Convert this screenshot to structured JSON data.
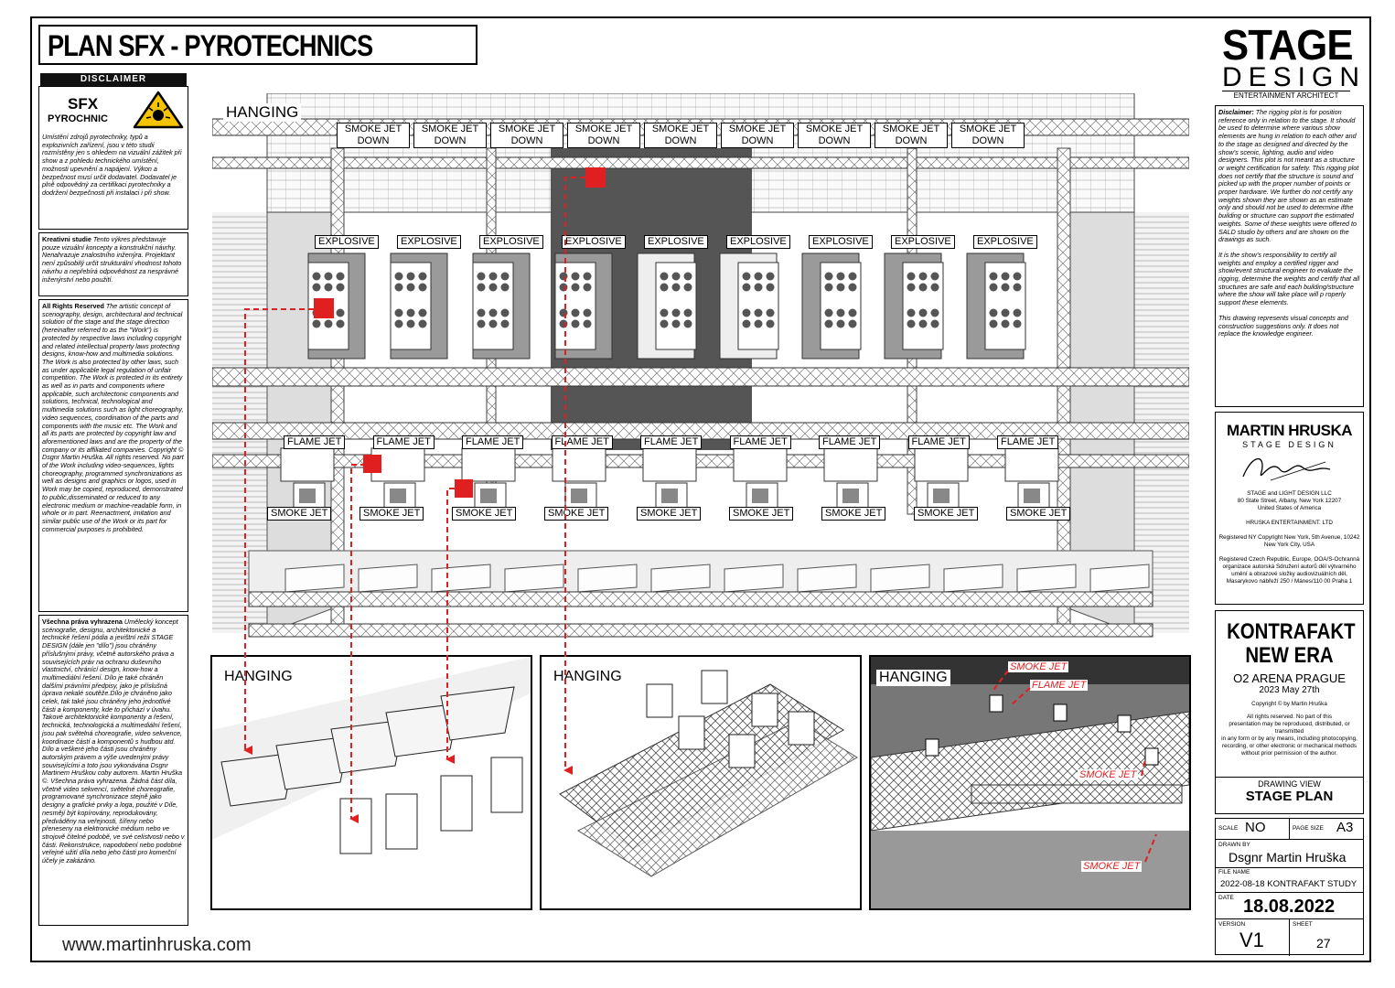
{
  "title": "PLAN SFX - PYROTECHNICS",
  "logo": {
    "line1": "STAGE",
    "line2": "DESIGN",
    "tagline": "ENTERTAINMENT ARCHITECT"
  },
  "left": {
    "disclaimer_header": "DISCLAIMER",
    "sfx_title": "SFX",
    "sfx_subtitle": "PYROCHNIC",
    "sfx_text": "Umístění zdrojů pyrotechniky, typů a explozivních zařízení, jsou v této studii rozmístěny jen s ohledem na vizuální zážitek při show a z pohledu technického umístění, možnosti upevnění a napájení. Výkon a bezpečnost musí určit dodavatel. Dodavatel je plně odpovědný za certifikaci pyrotechniky a dodržení bezpečnosti při instalaci i při show.",
    "kreativni_title": "Kreativni studie",
    "kreativni_text": "Tento výkres představuje pouze vizuální koncepty a konstrukční návrhy. Nenahrazuje znalostního inženýra. Projektant není způsobilý určit strukturální vhodnost tohoto návrhu a nepřebírá odpovědnost za nesprávné inženýrství nebo použití.",
    "rights_title": "All Rights Reserved",
    "rights_text": "The artistic concept of scenography, design, architectural and technical solution of the stage and the stage direction (hereinafter referred to as the \"Work\") is protected by respective laws including copyright and related intellectual property laws protecting designs, know-how and multimedia solutions. The Work is also protected by other laws, such as under applicable legal regulation of unfair competition. The Work is protected in its entirety as well as in parts and components where applicable, such architectonic components and solutions, technical, technological and multimedia solutions such as light choreography, video sequences, coordination of the parts and components with the music etc. The Work and all its parts are protected by copyright law and aforementioned laws and are the property of the company or its affiliated companies. Copyright © Dsgnr Martin Hruška. All rights reserved. No part of the Work including video-sequences, lights choreography, programmed synchronizations as well as designs and graphics or logos, used in Work may be copied, reproduced, demonstrated to public,disseminated or reduced to any electronic medium or machine-readable form, in whole or in part. Reenactment, imitation and similar public use of the Work or its part for commercial purposes is prohibited.",
    "vsechna_title": "Všechna práva vyhrazena",
    "vsechna_text": "Umělecký koncept scénografie, designu, architektonické a technické řešení pódia a jevištní režii STAGE DESIGN (dále jen \"dílo\") jsou chráněny příslušnými právy, včetně autorského práva a souvisejících práv na ochranu duševního vlastnictví, chránící design, know-how a multimediální řešení. Dílo je také chráněn dalšími právními předpisy, jako je příslušná úprava nekalé soutěže.Dílo je chráněno jako celek, tak také jsou chráněny jeho jednotlivé části a komponenty, kde to přichází v úvahu. Takové architektonické komponenty a řešení, technická, technologická a multimediální řešení, jsou pak světelná choreografie, video sekvence, koordinace částí a komponentů s hudbou atd. Dílo a veškeré jeho části jsou chráněny autorským právem a výše uvedenými právy souvisejícími a toto jsou vykonávána Dsgnr Martinem Hruškou coby autorem. Martin Hruška ©. Všechna práva vyhrazena. Žádná část díla, včetně video sekvencí, světelné choreografie, programované synchronizace stejně jako designy a grafické prvky a loga, použité v Díle, nesmějí být kopírovány, reprodukovány, předváděny na veřejnosti, šířeny nebo přeneseny na elektronické médium nebo ve strojově čitelné podobě, ve své celistvosti nebo v části. Rekonstrukce, napodobení nebo podobné veřejné užití díla nebo jeho části pro komerční účely je zakázáno."
  },
  "website": "www.martinhruska.com",
  "main": {
    "label": "HANGING",
    "top_tags": [
      "SMOKE JET",
      "SMOKE JET",
      "SMOKE JET",
      "SMOKE JET",
      "SMOKE JET",
      "SMOKE JET",
      "SMOKE JET",
      "SMOKE JET",
      "SMOKE JET"
    ],
    "down_word": "DOWN",
    "explosive_tags": [
      "EXPLOSIVE",
      "EXPLOSIVE",
      "EXPLOSIVE",
      "EXPLOSIVE",
      "EXPLOSIVE",
      "EXPLOSIVE",
      "EXPLOSIVE",
      "EXPLOSIVE",
      "EXPLOSIVE"
    ],
    "flame_tags": [
      "FLAME JET",
      "FLAME JET",
      "FLAME JET",
      "FLAME JET",
      "FLAME JET",
      "FLAME JET",
      "FLAME JET",
      "FLAME JET",
      "FLAME JET"
    ],
    "smoke_tags": [
      "SMOKE JET",
      "SMOKE JET",
      "SMOKE JET",
      "SMOKE JET",
      "SMOKE JET",
      "SMOKE JET",
      "SMOKE JET",
      "SMOKE JET",
      "SMOKE JET"
    ]
  },
  "panels": [
    {
      "label": "HANGING"
    },
    {
      "label": "HANGING"
    },
    {
      "label": "HANGING",
      "callouts": [
        "SMOKE JET",
        "FLAME JET",
        "SMOKE JET",
        "SMOKE JET"
      ]
    }
  ],
  "right": {
    "disclaimer_title": "Disclaimer:",
    "disclaimer_text": "The rigging plot is for position reference only in relation to the stage. It should be used to determine where various show elements are hung in relation to each other and to the stage as designed and directed by the show's scenic, lighting, audio and video designers. This plot is not meant as a structure or weight certification for safety. This rigging plot does not certify that the structure is sound and picked up with the proper number of points or proper hardware. We further do not certify any weights shown they are shown as an estimate only and should not be used to determine ifthe building or structure can support the estimated weights. Some of these weights were offered to SALD studio by others and are shown on the drawings as such.",
    "disclaimer_text2": "It is the show's responsibility to certify all weights and employ a certified rigger and show/event structural engineer to evaluate the rigging, determine the weights and certify that all structures are safe and each building/structure where the show will take place will p roperly support these elements.",
    "disclaimer_text3": "This drawing represents visual concepts and construction suggestions only. It does not replace the knowledge engineer.",
    "company_logo_1": "MARTIN HRUSKA",
    "company_logo_2": "STAGE DESIGN",
    "company_lines": [
      "STAGE and LIGHT DESIGN LLC",
      "80 State Street, Albany, New York 12207",
      "United States of America",
      "",
      "HRUSKA ENTERTAINMENT. LTD",
      "",
      "Registered NY Copyright New York, 5th Avenue, 10242",
      "New York City, USA",
      "",
      "Registered Czech Republic, Europe, OOA/S-Ochranná",
      "organizace autorská Sdružení autorů děl výtvarného",
      "umění a obrazové složky audiovizuálních děl,",
      "Masarykovo nábřeží 250 / Mánes/110 00 Praha 1"
    ],
    "project_line1": "KONTRAFAKT",
    "project_line2": "NEW ERA",
    "venue": "O2 ARENA PRAGUE",
    "date": "2023 May 27th",
    "copyright": "Copyright © by Martin Hruška",
    "copyright_lines": [
      "All rights reserved. No part of this",
      "presentation may be reproduced, distributed, or",
      "transmitted",
      "in any form or by  any means, including photocopying,",
      "recording, or other electronic or mechanical methods",
      "without prior permission of the author."
    ],
    "drawing_view_label": "DRAWING VIEW",
    "drawing_view_value": "STAGE PLAN",
    "scale_label": "SCALE",
    "scale_value": "NO",
    "page_size_label": "PAGE SIZE",
    "page_size_value": "A3",
    "drawn_by_label": "DRAWN BY",
    "drawn_by_value": "Dsgnr Martin Hruška",
    "file_name_label": "FILE NAME",
    "file_name_value": "2022-08-18 KONTRAFAKT STUDY",
    "date_label": "DATE",
    "date_value": "18.08.2022",
    "version_label": "VERSION",
    "version_value": "V1",
    "sheet_label": "SHEET",
    "sheet_value": "27"
  },
  "colors": {
    "red": "#e02020",
    "ink": "#000000",
    "box_dark": "#6e6e6e",
    "box_mid": "#bdbdbd"
  }
}
